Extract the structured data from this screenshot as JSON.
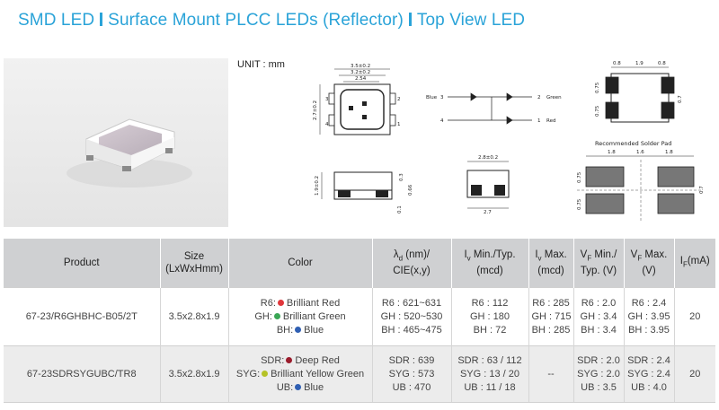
{
  "header": {
    "part1": "SMD LED",
    "part2": "Surface Mount PLCC LEDs (Reflector)",
    "part3": "Top View LED"
  },
  "drawing": {
    "unit": "UNIT : mm",
    "top_dims": [
      "3.5±0.2",
      "3.2±0.2",
      "2.54",
      "2.7±0.2"
    ],
    "pins": [
      "3",
      "2",
      "4",
      "1"
    ],
    "side_dims": [
      "1.9±0.2",
      "0.3",
      "0.66",
      "0.1"
    ],
    "end_dims": [
      "2.8±0.2",
      "2.7"
    ],
    "circuit": {
      "blue": "Blue",
      "green": "Green",
      "red": "Red",
      "nums": [
        "3",
        "2",
        "4",
        "1"
      ]
    },
    "pad_dims": [
      "0.8",
      "1.9",
      "0.8",
      "0.75",
      "0.75",
      "0.7"
    ],
    "solder_title": "Recommended Solder Pad",
    "solder_dims": [
      "1.8",
      "1.6",
      "1.8",
      "0.75",
      "0.75",
      "0.7"
    ]
  },
  "table": {
    "headers": {
      "product": "Product",
      "size_l1": "Size",
      "size_l2": "(LxWxHmm)",
      "color": "Color",
      "lambda_l1": "(nm)/",
      "lambda_l2": "CIE(x,y)",
      "ivmin_l1": "Min./Typ.",
      "ivmin_l2": "(mcd)",
      "ivmax_l1": "Max.",
      "ivmax_l2": "(mcd)",
      "vfmin_l1": "Min./",
      "vfmin_l2": "Typ. (V)",
      "vfmax_l1": "Max.",
      "vfmax_l2": "(V)",
      "if": "(mA)"
    },
    "rows": [
      {
        "product": "67-23/R6GHBHC-B05/2T",
        "size": "3.5x2.8x1.9",
        "colors": [
          {
            "code": "R6:",
            "name": "Brilliant Red",
            "dot": "#e0363a"
          },
          {
            "code": "GH:",
            "name": "Brilliant Green",
            "dot": "#3aa655"
          },
          {
            "code": "BH:",
            "name": "Blue",
            "dot": "#2f5fb3"
          }
        ],
        "lambda": [
          "R6 : 621~631",
          "GH : 520~530",
          "BH : 465~475"
        ],
        "iv_min_typ": [
          "R6 : 112",
          "GH : 180",
          "BH : 72"
        ],
        "iv_max": [
          "R6 : 285",
          "GH : 715",
          "BH : 285"
        ],
        "vf_min_typ": [
          "R6 : 2.0",
          "GH : 3.4",
          "BH : 3.4"
        ],
        "vf_max": [
          "R6 : 2.4",
          "GH : 3.95",
          "BH : 3.95"
        ],
        "if": "20"
      },
      {
        "product": "67-23SDRSYGUBC/TR8",
        "size": "3.5x2.8x1.9",
        "colors": [
          {
            "code": "SDR:",
            "name": "Deep Red",
            "dot": "#9b1c2c"
          },
          {
            "code": "SYG:",
            "name": "Brilliant Yellow Green",
            "dot": "#b5c227"
          },
          {
            "code": "UB:",
            "name": "Blue",
            "dot": "#2f5fb3"
          }
        ],
        "lambda": [
          "SDR : 639",
          "SYG : 573",
          "UB : 470"
        ],
        "iv_min_typ": [
          "SDR : 63 / 112",
          "SYG : 13 / 20",
          "UB : 11 / 18"
        ],
        "iv_max": [
          "--"
        ],
        "vf_min_typ": [
          "SDR : 2.0",
          "SYG : 2.0",
          "UB : 3.5"
        ],
        "vf_max": [
          "SDR : 2.4",
          "SYG : 2.4",
          "UB : 4.0"
        ],
        "if": "20"
      }
    ]
  }
}
